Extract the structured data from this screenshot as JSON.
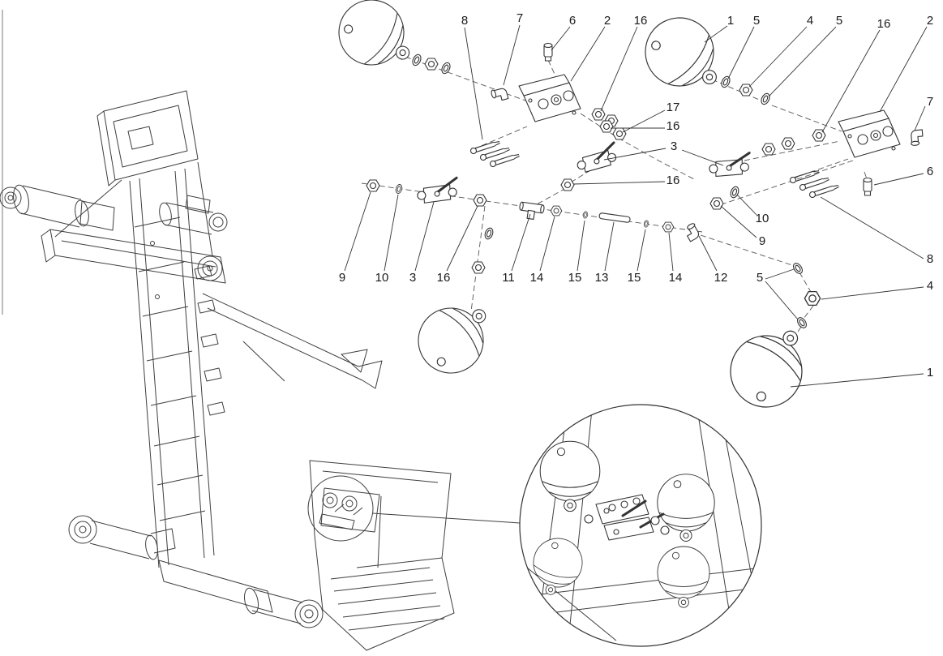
{
  "title": "Hydraulic accumulator and valve block exploded parts diagram",
  "colors": {
    "background": "#ffffff",
    "line": "#333333",
    "callout_text": "#1a1a1a"
  },
  "diagram": {
    "type": "exploded-parts-diagram",
    "callouts": [
      {
        "label": "8",
        "text": [
          573,
          25
        ],
        "line": [
          573,
          34,
          595,
          172
        ]
      },
      {
        "label": "7",
        "text": [
          641,
          22
        ],
        "line": [
          641,
          31,
          621,
          105
        ]
      },
      {
        "label": "6",
        "text": [
          706,
          25
        ],
        "line": [
          703,
          33,
          680,
          62
        ]
      },
      {
        "label": "2",
        "text": [
          749,
          25
        ],
        "line": [
          746,
          33,
          704,
          100
        ]
      },
      {
        "label": "16",
        "text": [
          790,
          25
        ],
        "line": [
          786,
          33,
          741,
          137
        ]
      },
      {
        "label": "1",
        "text": [
          901,
          25
        ],
        "line": [
          897,
          32,
          869,
          52
        ]
      },
      {
        "label": "5",
        "text": [
          933,
          25
        ],
        "line": [
          930,
          33,
          898,
          97
        ]
      },
      {
        "label": "4",
        "text": [
          999,
          25
        ],
        "line": [
          995,
          33,
          924,
          107
        ]
      },
      {
        "label": "5",
        "text": [
          1035,
          25
        ],
        "line": [
          1031,
          33,
          948,
          119
        ]
      },
      {
        "label": "16",
        "text": [
          1090,
          29
        ],
        "line": [
          1085,
          37,
          1014,
          163
        ]
      },
      {
        "label": "2",
        "text": [
          1147,
          25
        ],
        "line": [
          1143,
          33,
          1085,
          138
        ]
      },
      {
        "label": "7",
        "text": [
          1147,
          125
        ],
        "line": [
          1141,
          131,
          1128,
          161
        ]
      },
      {
        "label": "6",
        "text": [
          1147,
          211
        ],
        "line": [
          1139,
          214,
          1078,
          228
        ]
      },
      {
        "label": "8",
        "text": [
          1147,
          319
        ],
        "line": [
          1139,
          319,
          1012,
          243
        ]
      },
      {
        "label": "17",
        "text": [
          830,
          132
        ],
        "line": [
          820,
          136,
          768,
          163
        ]
      },
      {
        "label": "16",
        "text": [
          830,
          155
        ],
        "line": [
          820,
          158,
          753,
          158
        ]
      },
      {
        "label": "3",
        "text": [
          831,
          180
        ],
        "line": [
          821,
          183,
          745,
          197
        ],
        "line2": [
          841,
          185,
          892,
          204
        ]
      },
      {
        "label": "16",
        "text": [
          830,
          222
        ],
        "line": [
          820,
          224,
          707,
          227
        ]
      },
      {
        "label": "10",
        "text": [
          940,
          269
        ],
        "line": [
          933,
          265,
          909,
          240
        ]
      },
      {
        "label": "9",
        "text": [
          940,
          297
        ],
        "line": [
          933,
          293,
          889,
          254
        ]
      },
      {
        "label": "9",
        "text": [
          422,
          342
        ],
        "line": [
          425,
          334,
          457,
          237
        ]
      },
      {
        "label": "10",
        "text": [
          471,
          342
        ],
        "line": [
          474,
          334,
          491,
          240
        ]
      },
      {
        "label": "3",
        "text": [
          509,
          342
        ],
        "line": [
          512,
          334,
          535,
          249
        ]
      },
      {
        "label": "16",
        "text": [
          547,
          342
        ],
        "line": [
          551,
          334,
          589,
          254
        ]
      },
      {
        "label": "11",
        "text": [
          627,
          342
        ],
        "line": [
          631,
          334,
          654,
          264
        ]
      },
      {
        "label": "14",
        "text": [
          662,
          342
        ],
        "line": [
          666,
          334,
          684,
          267
        ]
      },
      {
        "label": "15",
        "text": [
          709,
          342
        ],
        "line": [
          712,
          334,
          721,
          272
        ]
      },
      {
        "label": "13",
        "text": [
          742,
          342
        ],
        "line": [
          746,
          334,
          757,
          274
        ]
      },
      {
        "label": "15",
        "text": [
          782,
          342
        ],
        "line": [
          786,
          334,
          796,
          283
        ]
      },
      {
        "label": "14",
        "text": [
          833,
          342
        ],
        "line": [
          830,
          334,
          825,
          287
        ]
      },
      {
        "label": "12",
        "text": [
          889,
          342
        ],
        "line": [
          884,
          334,
          862,
          291
        ]
      },
      {
        "label": "5",
        "text": [
          937,
          342
        ],
        "line": [
          944,
          344,
          979,
          332
        ],
        "line2": [
          944,
          347,
          984,
          394
        ]
      },
      {
        "label": "4",
        "text": [
          1147,
          352
        ],
        "line": [
          1139,
          354,
          1013,
          369
        ]
      },
      {
        "label": "1",
        "text": [
          1147,
          459
        ],
        "line": [
          1139,
          461,
          975,
          477
        ]
      }
    ]
  }
}
